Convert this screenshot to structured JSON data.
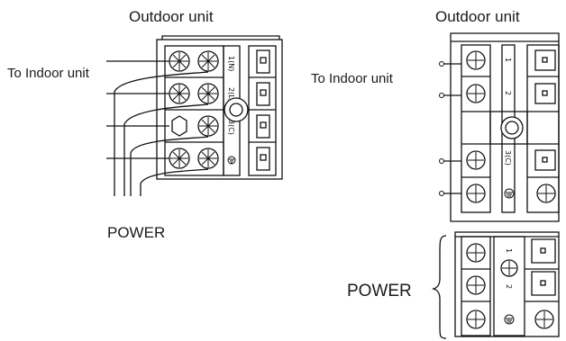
{
  "left_diagram": {
    "title": "Outdoor unit",
    "to_indoor_label": "To Indoor unit",
    "power_label": "POWER",
    "terminal_labels": [
      "1(N)",
      "2(L)",
      "3(C)"
    ]
  },
  "right_diagram": {
    "title": "Outdoor unit",
    "to_indoor_label": "To Indoor unit",
    "power_label": "POWER",
    "upper_terminal_labels": [
      "1",
      "2",
      "3(C)"
    ],
    "lower_terminal_labels": [
      "1",
      "2"
    ]
  }
}
